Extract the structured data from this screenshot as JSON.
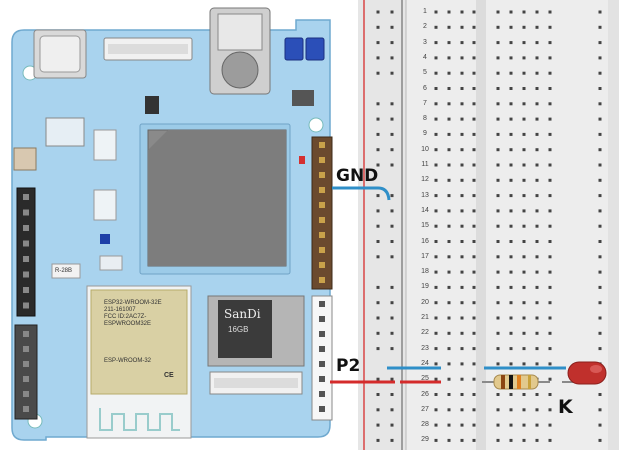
{
  "labels": {
    "gnd": "GND",
    "p2": "P2",
    "k": "K"
  },
  "module_text": {
    "line1": "ESP32-WROOM-32E",
    "line2": "211-161007",
    "line3": "FCC ID:2AC7Z-ESPWROOM32E",
    "brand": "ESP-WROOM-32",
    "ce": "CE",
    "sd_card": "SanDi",
    "sd_sub": "16GB",
    "small_chip": "R-28B"
  },
  "breadboard": {
    "row_numbers": [
      "1",
      "2",
      "3",
      "4",
      "5",
      "6",
      "7",
      "8",
      "9",
      "10",
      "11",
      "12",
      "13",
      "14",
      "15",
      "16",
      "17",
      "18",
      "19",
      "20",
      "21",
      "22",
      "23",
      "24",
      "25",
      "26",
      "27",
      "28",
      "29"
    ]
  },
  "colors": {
    "board": "#a9d3ee",
    "board_edge": "#6fa9cf",
    "wire_gnd": "#2f8fc8",
    "wire_p2": "#d42b2b",
    "led": "#c0302c",
    "rail_red": "#d83a3a",
    "breadboard": "#ececec"
  }
}
